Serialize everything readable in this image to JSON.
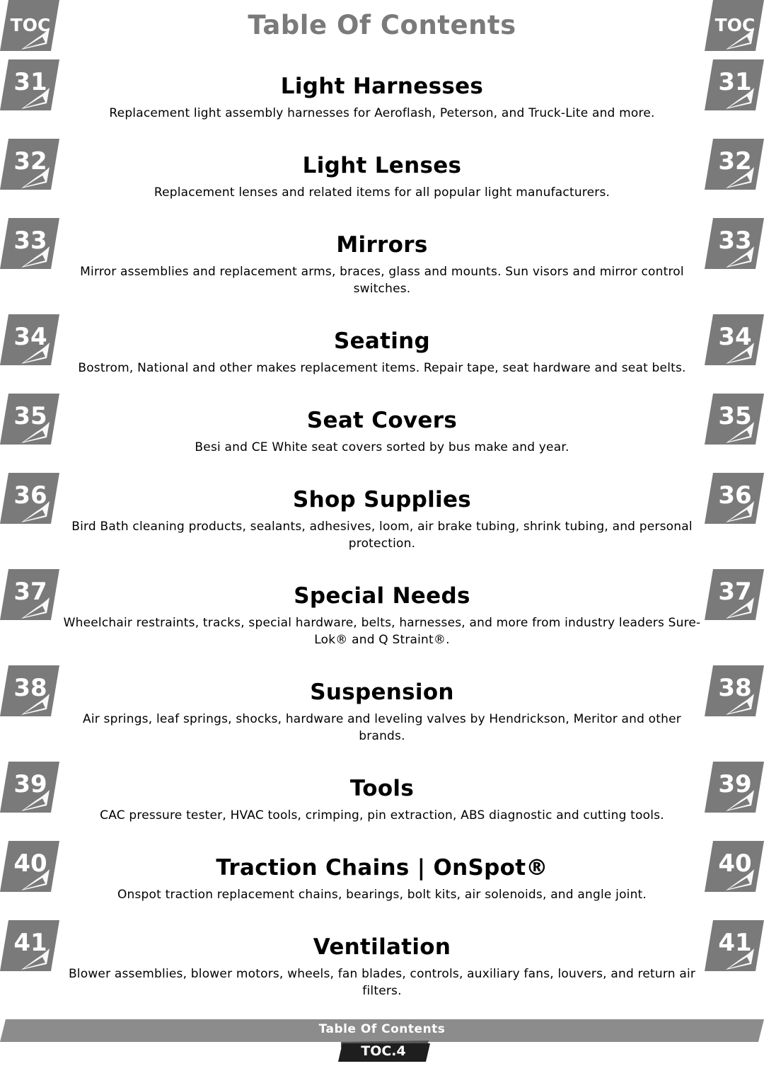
{
  "header": {
    "title": "Table Of Contents",
    "tab_label": "TOC"
  },
  "colors": {
    "tab_gray": "#7a7a7a",
    "title_gray": "#7a7a7a",
    "footer_bar": "#8c8c8c",
    "page_badge": "#1e1e1e"
  },
  "entries": [
    {
      "tab": "31",
      "title": "Light Harnesses",
      "description": "Replacement light assembly harnesses for Aeroflash, Peterson, and Truck-Lite and more."
    },
    {
      "tab": "32",
      "title": "Light Lenses",
      "description": "Replacement lenses and related items for all popular light manufacturers."
    },
    {
      "tab": "33",
      "title": "Mirrors",
      "description": "Mirror assemblies and replacement arms, braces, glass and mounts. Sun visors and mirror control switches."
    },
    {
      "tab": "34",
      "title": "Seating",
      "description": "Bostrom, National and other makes replacement items. Repair tape, seat hardware and seat belts."
    },
    {
      "tab": "35",
      "title": "Seat Covers",
      "description": "Besi and CE White seat covers sorted by bus make and year."
    },
    {
      "tab": "36",
      "title": "Shop Supplies",
      "description": "Bird Bath cleaning products, sealants, adhesives, loom, air brake tubing, shrink tubing, and personal protection."
    },
    {
      "tab": "37",
      "title": "Special Needs",
      "description": "Wheelchair restraints, tracks, special hardware,  belts, harnesses, and more from industry leaders Sure-Lok® and Q Straint®."
    },
    {
      "tab": "38",
      "title": "Suspension",
      "description": "Air springs, leaf springs, shocks, hardware and leveling valves by Hendrickson, Meritor and other brands."
    },
    {
      "tab": "39",
      "title": "Tools",
      "description": "CAC pressure tester, HVAC tools, crimping, pin extraction, ABS diagnostic and cutting tools."
    },
    {
      "tab": "40",
      "title": "Traction Chains | OnSpot®",
      "description": "Onspot traction replacement chains, bearings, bolt kits, air solenoids, and angle joint."
    },
    {
      "tab": "41",
      "title": "Ventilation",
      "description": "Blower assemblies, blower motors, wheels, fan blades, controls, auxiliary fans, louvers, and return air filters."
    }
  ],
  "footer": {
    "section_label": "Table Of Contents",
    "page_number": "TOC.4"
  }
}
